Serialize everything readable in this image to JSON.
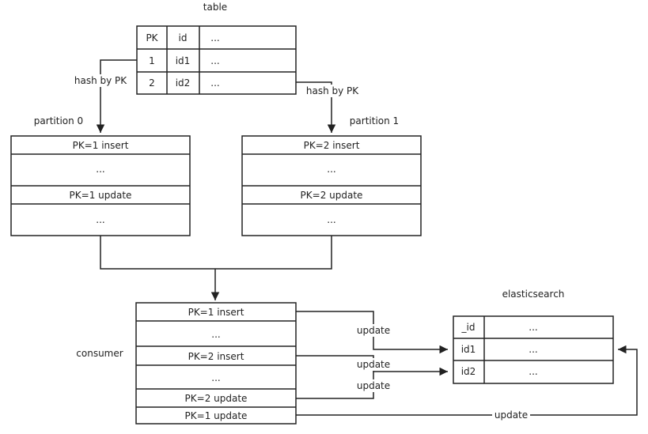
{
  "table": {
    "title": "table",
    "header": [
      "PK",
      "id",
      "..."
    ],
    "rows": [
      [
        "1",
        "id1",
        "..."
      ],
      [
        "2",
        "id2",
        "..."
      ]
    ]
  },
  "hash_label_left": "hash by PK",
  "hash_label_right": "hash by PK",
  "partition0": {
    "title": "partition 0",
    "rows": [
      "PK=1 insert",
      "...",
      "PK=1 update",
      "..."
    ]
  },
  "partition1": {
    "title": "partition 1",
    "rows": [
      "PK=2 insert",
      "...",
      "PK=2 update",
      "..."
    ]
  },
  "consumer": {
    "title": "consumer",
    "rows": [
      "PK=1 insert",
      "...",
      "PK=2 insert",
      "...",
      "PK=2 update",
      "PK=1 update"
    ]
  },
  "elasticsearch": {
    "title": "elasticsearch",
    "rows": [
      [
        "_id",
        "..."
      ],
      [
        "id1",
        "..."
      ],
      [
        "id2",
        "..."
      ]
    ]
  },
  "update_labels": [
    "update",
    "update",
    "update",
    "update"
  ]
}
